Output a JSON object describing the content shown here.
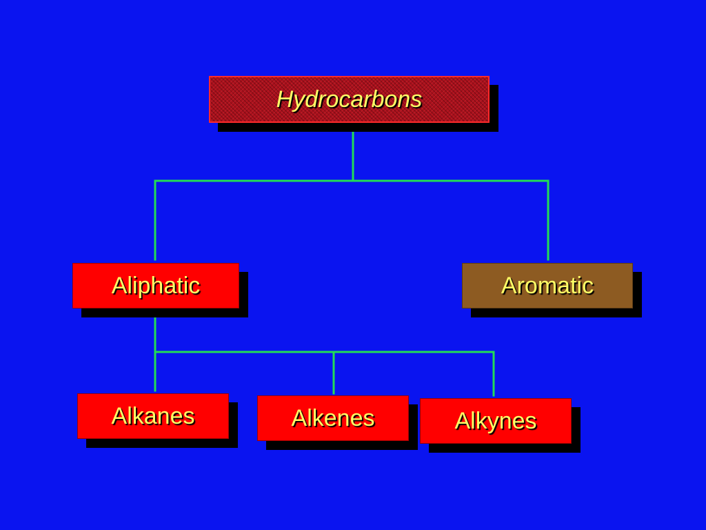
{
  "colors": {
    "background": "#0a14f0",
    "connector": "#22dd55",
    "text": "#ffff66",
    "box_red": "#ff0000",
    "box_brown": "#8d5b22",
    "box_textured": "#a8101c",
    "shadow": "#000000"
  },
  "nodes": {
    "hydrocarbons": "Hydrocarbons",
    "aliphatic": "Aliphatic",
    "aromatic": "Aromatic",
    "alkanes": "Alkanes",
    "alkenes": "Alkenes",
    "alkynes": "Alkynes"
  },
  "edges": [
    {
      "from": "hydrocarbons",
      "to": "aliphatic"
    },
    {
      "from": "hydrocarbons",
      "to": "aromatic"
    },
    {
      "from": "aliphatic",
      "to": "alkanes"
    },
    {
      "from": "aliphatic",
      "to": "alkenes"
    },
    {
      "from": "aliphatic",
      "to": "alkynes"
    }
  ]
}
